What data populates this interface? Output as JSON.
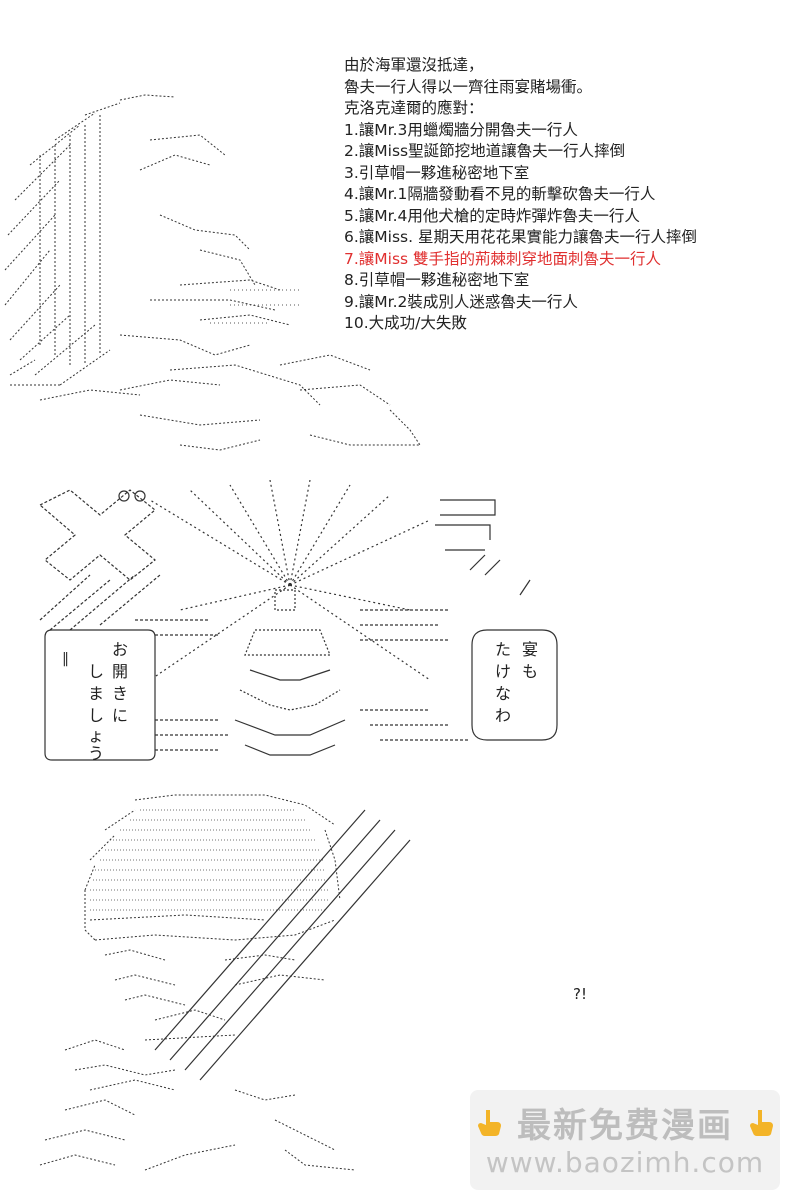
{
  "narration": {
    "lines": [
      "由於海軍還沒抵達，",
      "魯夫一行人得以一齊往雨宴賭場衝。",
      "克洛克達爾的應對："
    ],
    "options": [
      "1.讓Mr.3用蠟燭牆分開魯夫一行人",
      "2.讓Miss聖誕節挖地道讓魯夫一行人摔倒",
      "3.引草帽一夥進秘密地下室",
      "4.讓Mr.1隔牆發動看不見的斬擊砍魯夫一行人",
      "5.讓Mr.4用他犬槍的定時炸彈炸魯夫一行人",
      "6.讓Miss. 星期天用花花果實能力讓魯夫一行人摔倒",
      "7.讓Miss 雙手指的荊棘刺穿地面刺魯夫一行人",
      "8.引草帽一夥進秘密地下室",
      "9.讓Mr.2裝成別人迷惑魯夫一行人",
      "10.大成功/大失敗"
    ],
    "highlight_index": 6,
    "highlight_color": "#e03030",
    "text_color": "#222222"
  },
  "speech": {
    "left_columns": [
      "お",
      "開",
      "き",
      "に",
      "し",
      "ま",
      "し",
      "ょ",
      "う"
    ],
    "left_col1": "お開きに",
    "left_col2": "しましょう",
    "right_col1": "宴",
    "right_col1b": "も",
    "right_col2": "たけなわ"
  },
  "sfx": {
    "interrobang": "?!"
  },
  "watermark": {
    "title": "最新免费漫画",
    "url": "www.baozimh.com",
    "color": "#bdbdbd"
  }
}
